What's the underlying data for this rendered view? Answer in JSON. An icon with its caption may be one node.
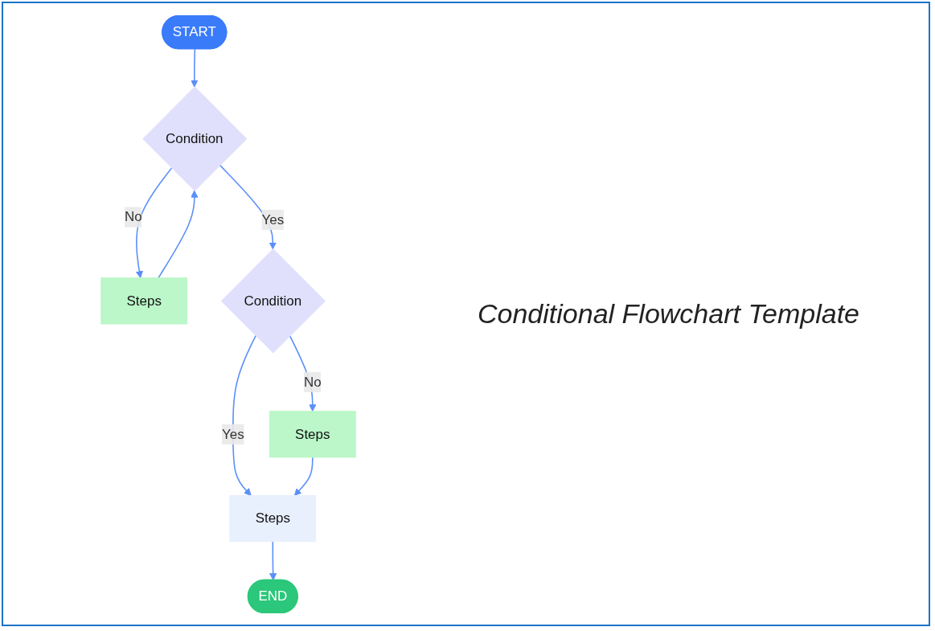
{
  "diagram": {
    "title": "Conditional Flowchart Template",
    "nodes": [
      {
        "text": [
          "START"
        ]
      },
      {
        "text": [
          "Condition"
        ]
      },
      {
        "text": [
          "Steps"
        ]
      },
      {
        "text": [
          "Condition"
        ]
      },
      {
        "text": [
          "Steps"
        ]
      },
      {
        "text": [
          "Steps"
        ]
      },
      {
        "text": [
          "END"
        ]
      }
    ],
    "edges": [
      {
        "from": 0,
        "to": 1,
        "arrow": "to"
      },
      {
        "from": 1,
        "to": 2,
        "label": "No",
        "arrow": "to"
      },
      {
        "from": 2,
        "to": 1,
        "arrow": "to"
      },
      {
        "from": 1,
        "to": 3,
        "label": "Yes",
        "arrow": "to"
      },
      {
        "from": 3,
        "to": 4,
        "label": "No",
        "arrow": "to"
      },
      {
        "from": 3,
        "to": 5,
        "label": "Yes",
        "arrow": "to"
      },
      {
        "from": 4,
        "to": 5,
        "arrow": "to"
      },
      {
        "from": 5,
        "to": 6,
        "arrow": "to"
      }
    ]
  }
}
